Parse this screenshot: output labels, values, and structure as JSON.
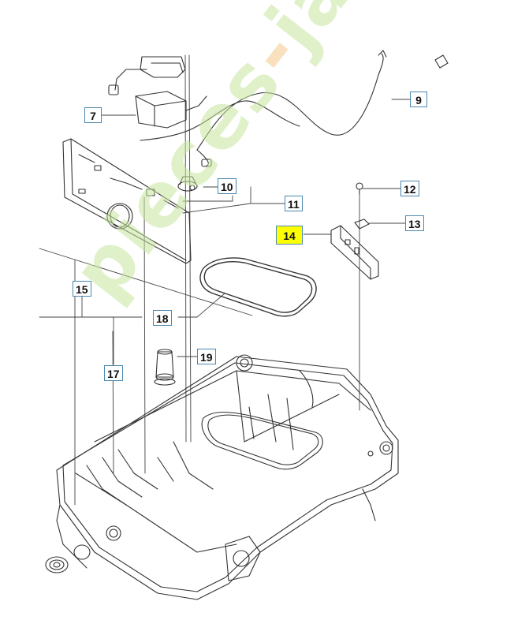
{
  "callouts": {
    "c7": "7",
    "c9": "9",
    "c10": "10",
    "c11": "11",
    "c12": "12",
    "c13": "13",
    "c14": "14",
    "c15": "15",
    "c17": "17",
    "c18": "18",
    "c19": "19"
  },
  "highlight_color": "#ffff00",
  "watermark": {
    "text": "pieces-jardin.com",
    "colors": [
      "#c8e6a0",
      "#f5c78a",
      "#d8c4a8"
    ]
  }
}
